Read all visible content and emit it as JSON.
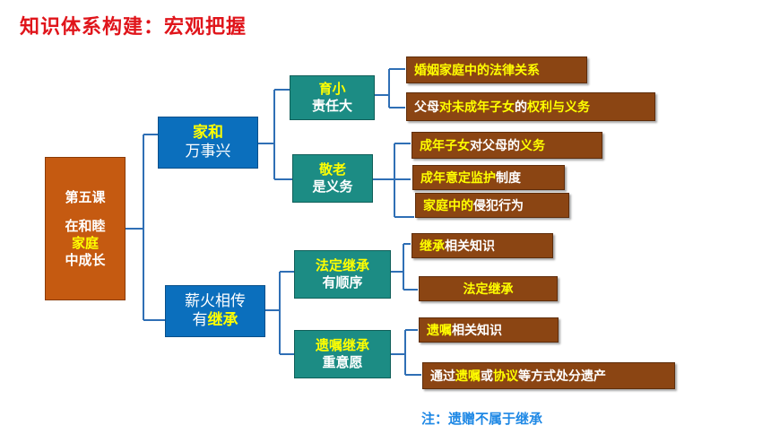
{
  "title": "知识体系构建：宏观把握",
  "root": {
    "line1": "第五课",
    "line2": "在和睦",
    "line3": "家庭",
    "line4": "中成长"
  },
  "branch1": {
    "label_a": "家和",
    "label_b": "万事兴",
    "sub1": {
      "line1": "育小",
      "line2": "责任大",
      "leaf1": {
        "a": "婚姻家庭中的法律关系"
      },
      "leaf2": {
        "a": "父母",
        "b": "对未成年子女",
        "c": "的",
        "d": "权利与义务"
      }
    },
    "sub2": {
      "line1": "敬老",
      "line2": "是义务",
      "leaf1": {
        "a": "成年子女",
        "b": "对父母的",
        "c": "义务"
      },
      "leaf2": {
        "a": "成年意定",
        "b": "监护",
        "c": "制度"
      },
      "leaf3": {
        "a": "家庭中的",
        "b": "侵犯行为"
      }
    }
  },
  "branch2": {
    "label_a": "薪火相传",
    "label_b1": "有",
    "label_b2": "继承",
    "sub1": {
      "line1": "法定继承",
      "line2": "有顺序",
      "leaf1": {
        "a": "继承",
        "b": "相关知识"
      },
      "leaf2": {
        "a": "法定继承"
      }
    },
    "sub2": {
      "line1": "遗嘱继承",
      "line2": "重意愿",
      "leaf1": {
        "a": "遗嘱",
        "b": "相关知识"
      },
      "leaf2": {
        "a": "通过",
        "b": "遗嘱",
        "c": "或",
        "d": "协议",
        "e": "等方式处分遗产"
      }
    }
  },
  "note": "注：遗赠不属于继承",
  "colors": {
    "title": "#e0151b",
    "root": "#c55a11",
    "branch": "#0b6fbd",
    "sub": "#1c8c84",
    "leaf": "#8b4513",
    "highlight": "#ffff00",
    "note": "#1e88e5",
    "connector": "#2f6fb5"
  }
}
